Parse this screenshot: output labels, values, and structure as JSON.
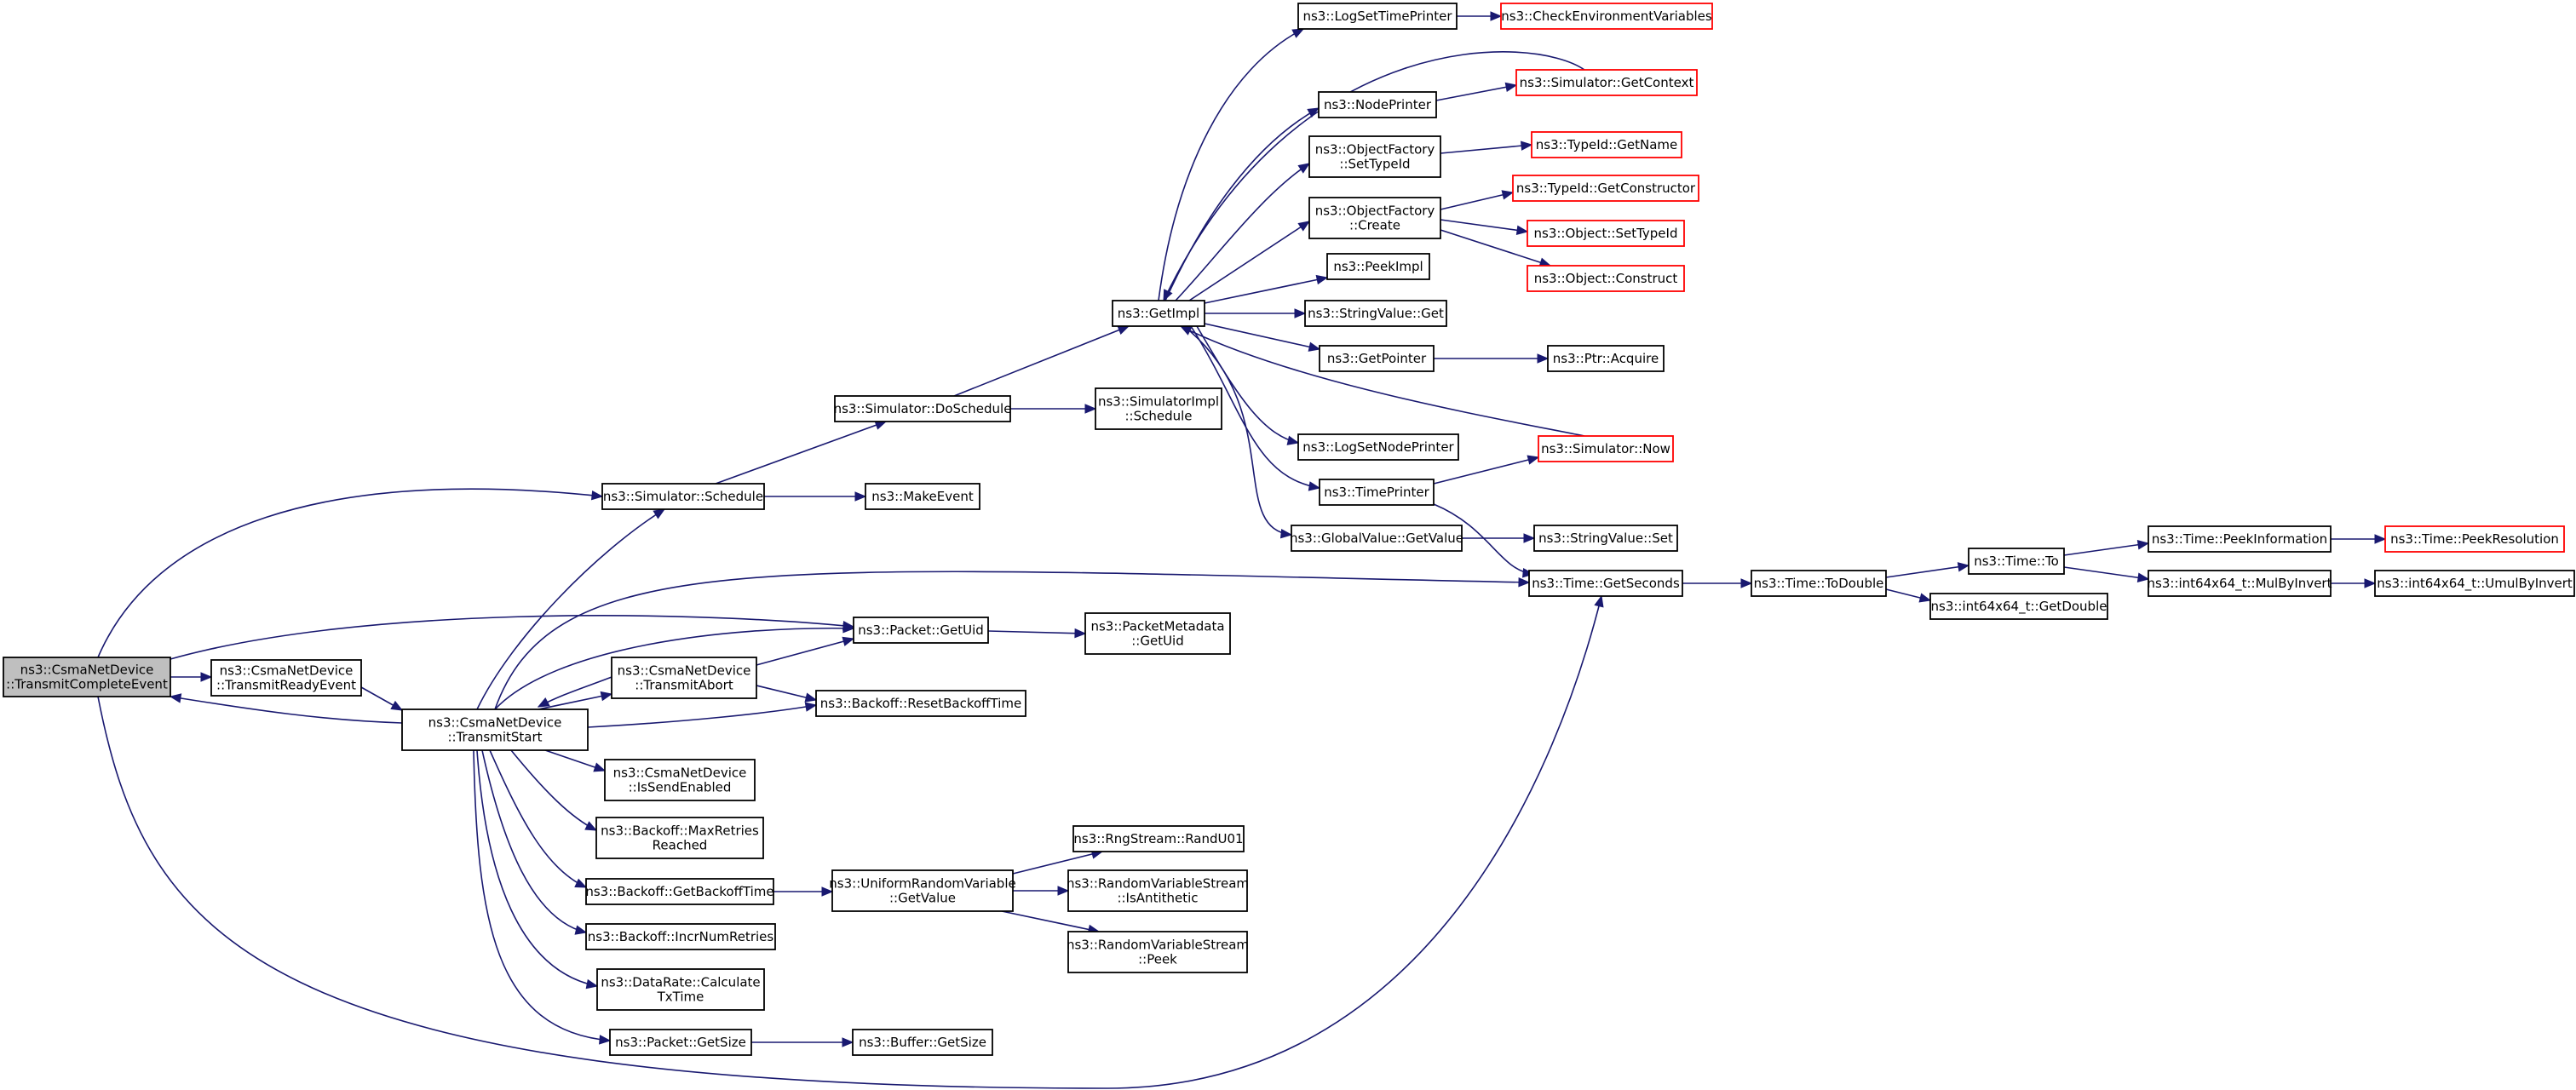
{
  "colors": {
    "edge": "#191970",
    "external_border": "#ff0000",
    "root_fill": "#bfbfbf",
    "node_border": "#000000"
  },
  "nodes": [
    {
      "id": "root",
      "lines": [
        "ns3::CsmaNetDevice",
        "::TransmitCompleteEvent"
      ],
      "root": true
    },
    {
      "id": "tre",
      "lines": [
        "ns3::CsmaNetDevice",
        "::TransmitReadyEvent"
      ]
    },
    {
      "id": "ts",
      "lines": [
        "ns3::CsmaNetDevice",
        "::TransmitStart"
      ]
    },
    {
      "id": "sched",
      "lines": [
        "ns3::Simulator::Schedule"
      ]
    },
    {
      "id": "dosched",
      "lines": [
        "ns3::Simulator::DoSchedule"
      ]
    },
    {
      "id": "makeevent",
      "lines": [
        "ns3::MakeEvent"
      ]
    },
    {
      "id": "simimpl",
      "lines": [
        "ns3::SimulatorImpl",
        "::Schedule"
      ]
    },
    {
      "id": "getimpl",
      "lines": [
        "ns3::GetImpl"
      ]
    },
    {
      "id": "logsettp",
      "lines": [
        "ns3::LogSetTimePrinter"
      ]
    },
    {
      "id": "checkenv",
      "lines": [
        "ns3::CheckEnvironmentVariables"
      ],
      "external": true
    },
    {
      "id": "getctx",
      "lines": [
        "ns3::Simulator::GetContext"
      ],
      "external": true
    },
    {
      "id": "nodeprinter",
      "lines": [
        "ns3::NodePrinter"
      ]
    },
    {
      "id": "ofsettype",
      "lines": [
        "ns3::ObjectFactory",
        "::SetTypeId"
      ]
    },
    {
      "id": "tidgetname",
      "lines": [
        "ns3::TypeId::GetName"
      ],
      "external": true
    },
    {
      "id": "ofcreate",
      "lines": [
        "ns3::ObjectFactory",
        "::Create"
      ]
    },
    {
      "id": "tidgetctor",
      "lines": [
        "ns3::TypeId::GetConstructor"
      ],
      "external": true
    },
    {
      "id": "objsettype",
      "lines": [
        "ns3::Object::SetTypeId"
      ],
      "external": true
    },
    {
      "id": "objconstruct",
      "lines": [
        "ns3::Object::Construct"
      ],
      "external": true
    },
    {
      "id": "peekimpl",
      "lines": [
        "ns3::PeekImpl"
      ]
    },
    {
      "id": "svget",
      "lines": [
        "ns3::StringValue::Get"
      ]
    },
    {
      "id": "getpointer",
      "lines": [
        "ns3::GetPointer"
      ]
    },
    {
      "id": "ptracq",
      "lines": [
        "ns3::Ptr::Acquire"
      ]
    },
    {
      "id": "logsetnp",
      "lines": [
        "ns3::LogSetNodePrinter"
      ]
    },
    {
      "id": "simnow",
      "lines": [
        "ns3::Simulator::Now"
      ],
      "external": true
    },
    {
      "id": "timeprinter",
      "lines": [
        "ns3::TimePrinter"
      ]
    },
    {
      "id": "gvgetvalue",
      "lines": [
        "ns3::GlobalValue::GetValue"
      ]
    },
    {
      "id": "svset",
      "lines": [
        "ns3::StringValue::Set"
      ]
    },
    {
      "id": "getseconds",
      "lines": [
        "ns3::Time::GetSeconds"
      ]
    },
    {
      "id": "todouble",
      "lines": [
        "ns3::Time::ToDouble"
      ]
    },
    {
      "id": "timeto",
      "lines": [
        "ns3::Time::To"
      ]
    },
    {
      "id": "getdouble",
      "lines": [
        "ns3::int64x64_t::GetDouble"
      ]
    },
    {
      "id": "peekinfo",
      "lines": [
        "ns3::Time::PeekInformation"
      ]
    },
    {
      "id": "peekres",
      "lines": [
        "ns3::Time::PeekResolution"
      ],
      "external": true
    },
    {
      "id": "mulbyinv",
      "lines": [
        "ns3::int64x64_t::MulByInvert"
      ]
    },
    {
      "id": "umulbyinv",
      "lines": [
        "ns3::int64x64_t::UmulByInvert"
      ]
    },
    {
      "id": "pktgetuid",
      "lines": [
        "ns3::Packet::GetUid"
      ]
    },
    {
      "id": "pmgetuid",
      "lines": [
        "ns3::PacketMetadata",
        "::GetUid"
      ]
    },
    {
      "id": "tabort",
      "lines": [
        "ns3::CsmaNetDevice",
        "::TransmitAbort"
      ]
    },
    {
      "id": "resetbo",
      "lines": [
        "ns3::Backoff::ResetBackoffTime"
      ]
    },
    {
      "id": "issend",
      "lines": [
        "ns3::CsmaNetDevice",
        "::IsSendEnabled"
      ]
    },
    {
      "id": "maxretries",
      "lines": [
        "ns3::Backoff::MaxRetries",
        "Reached"
      ]
    },
    {
      "id": "getbo",
      "lines": [
        "ns3::Backoff::GetBackoffTime"
      ]
    },
    {
      "id": "urvget",
      "lines": [
        "ns3::UniformRandomVariable",
        "::GetValue"
      ]
    },
    {
      "id": "randu01",
      "lines": [
        "ns3::RngStream::RandU01"
      ]
    },
    {
      "id": "isanti",
      "lines": [
        "ns3::RandomVariableStream",
        "::IsAntithetic"
      ]
    },
    {
      "id": "rvspeek",
      "lines": [
        "ns3::RandomVariableStream",
        "::Peek"
      ]
    },
    {
      "id": "incrretries",
      "lines": [
        "ns3::Backoff::IncrNumRetries"
      ]
    },
    {
      "id": "calctx",
      "lines": [
        "ns3::DataRate::Calculate",
        "TxTime"
      ]
    },
    {
      "id": "pktgetsize",
      "lines": [
        "ns3::Packet::GetSize"
      ]
    },
    {
      "id": "bufgetsize",
      "lines": [
        "ns3::Buffer::GetSize"
      ]
    }
  ]
}
